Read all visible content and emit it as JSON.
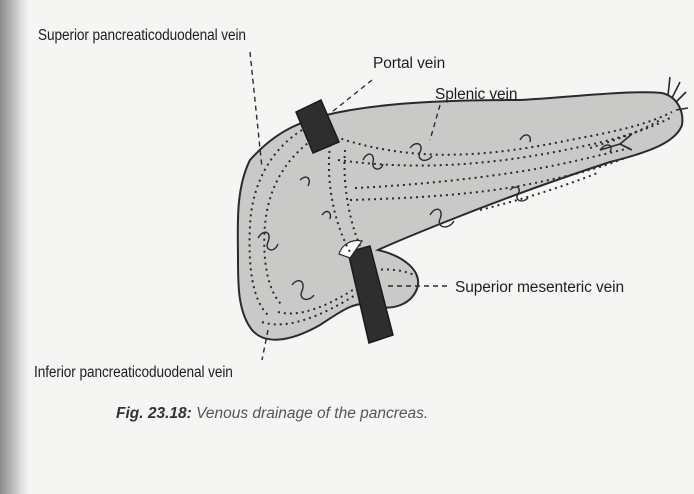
{
  "labels": {
    "superior_pancreaticoduodenal_vein": "Superior pancreaticoduodenal vein",
    "portal_vein": "Portal vein",
    "splenic_vein": "Splenic vein",
    "superior_mesenteric_vein": "Superior mesenteric vein",
    "inferior_pancreaticoduodenal_vein": "Inferior pancreaticoduodenal vein"
  },
  "caption": {
    "figure_number": "Fig. 23.18:",
    "text": "Venous drainage of the pancreas."
  },
  "colors": {
    "pancreas_fill": "#c9c9c7",
    "vein_fill": "#2e2e2e",
    "outline": "#2a2a2a"
  }
}
